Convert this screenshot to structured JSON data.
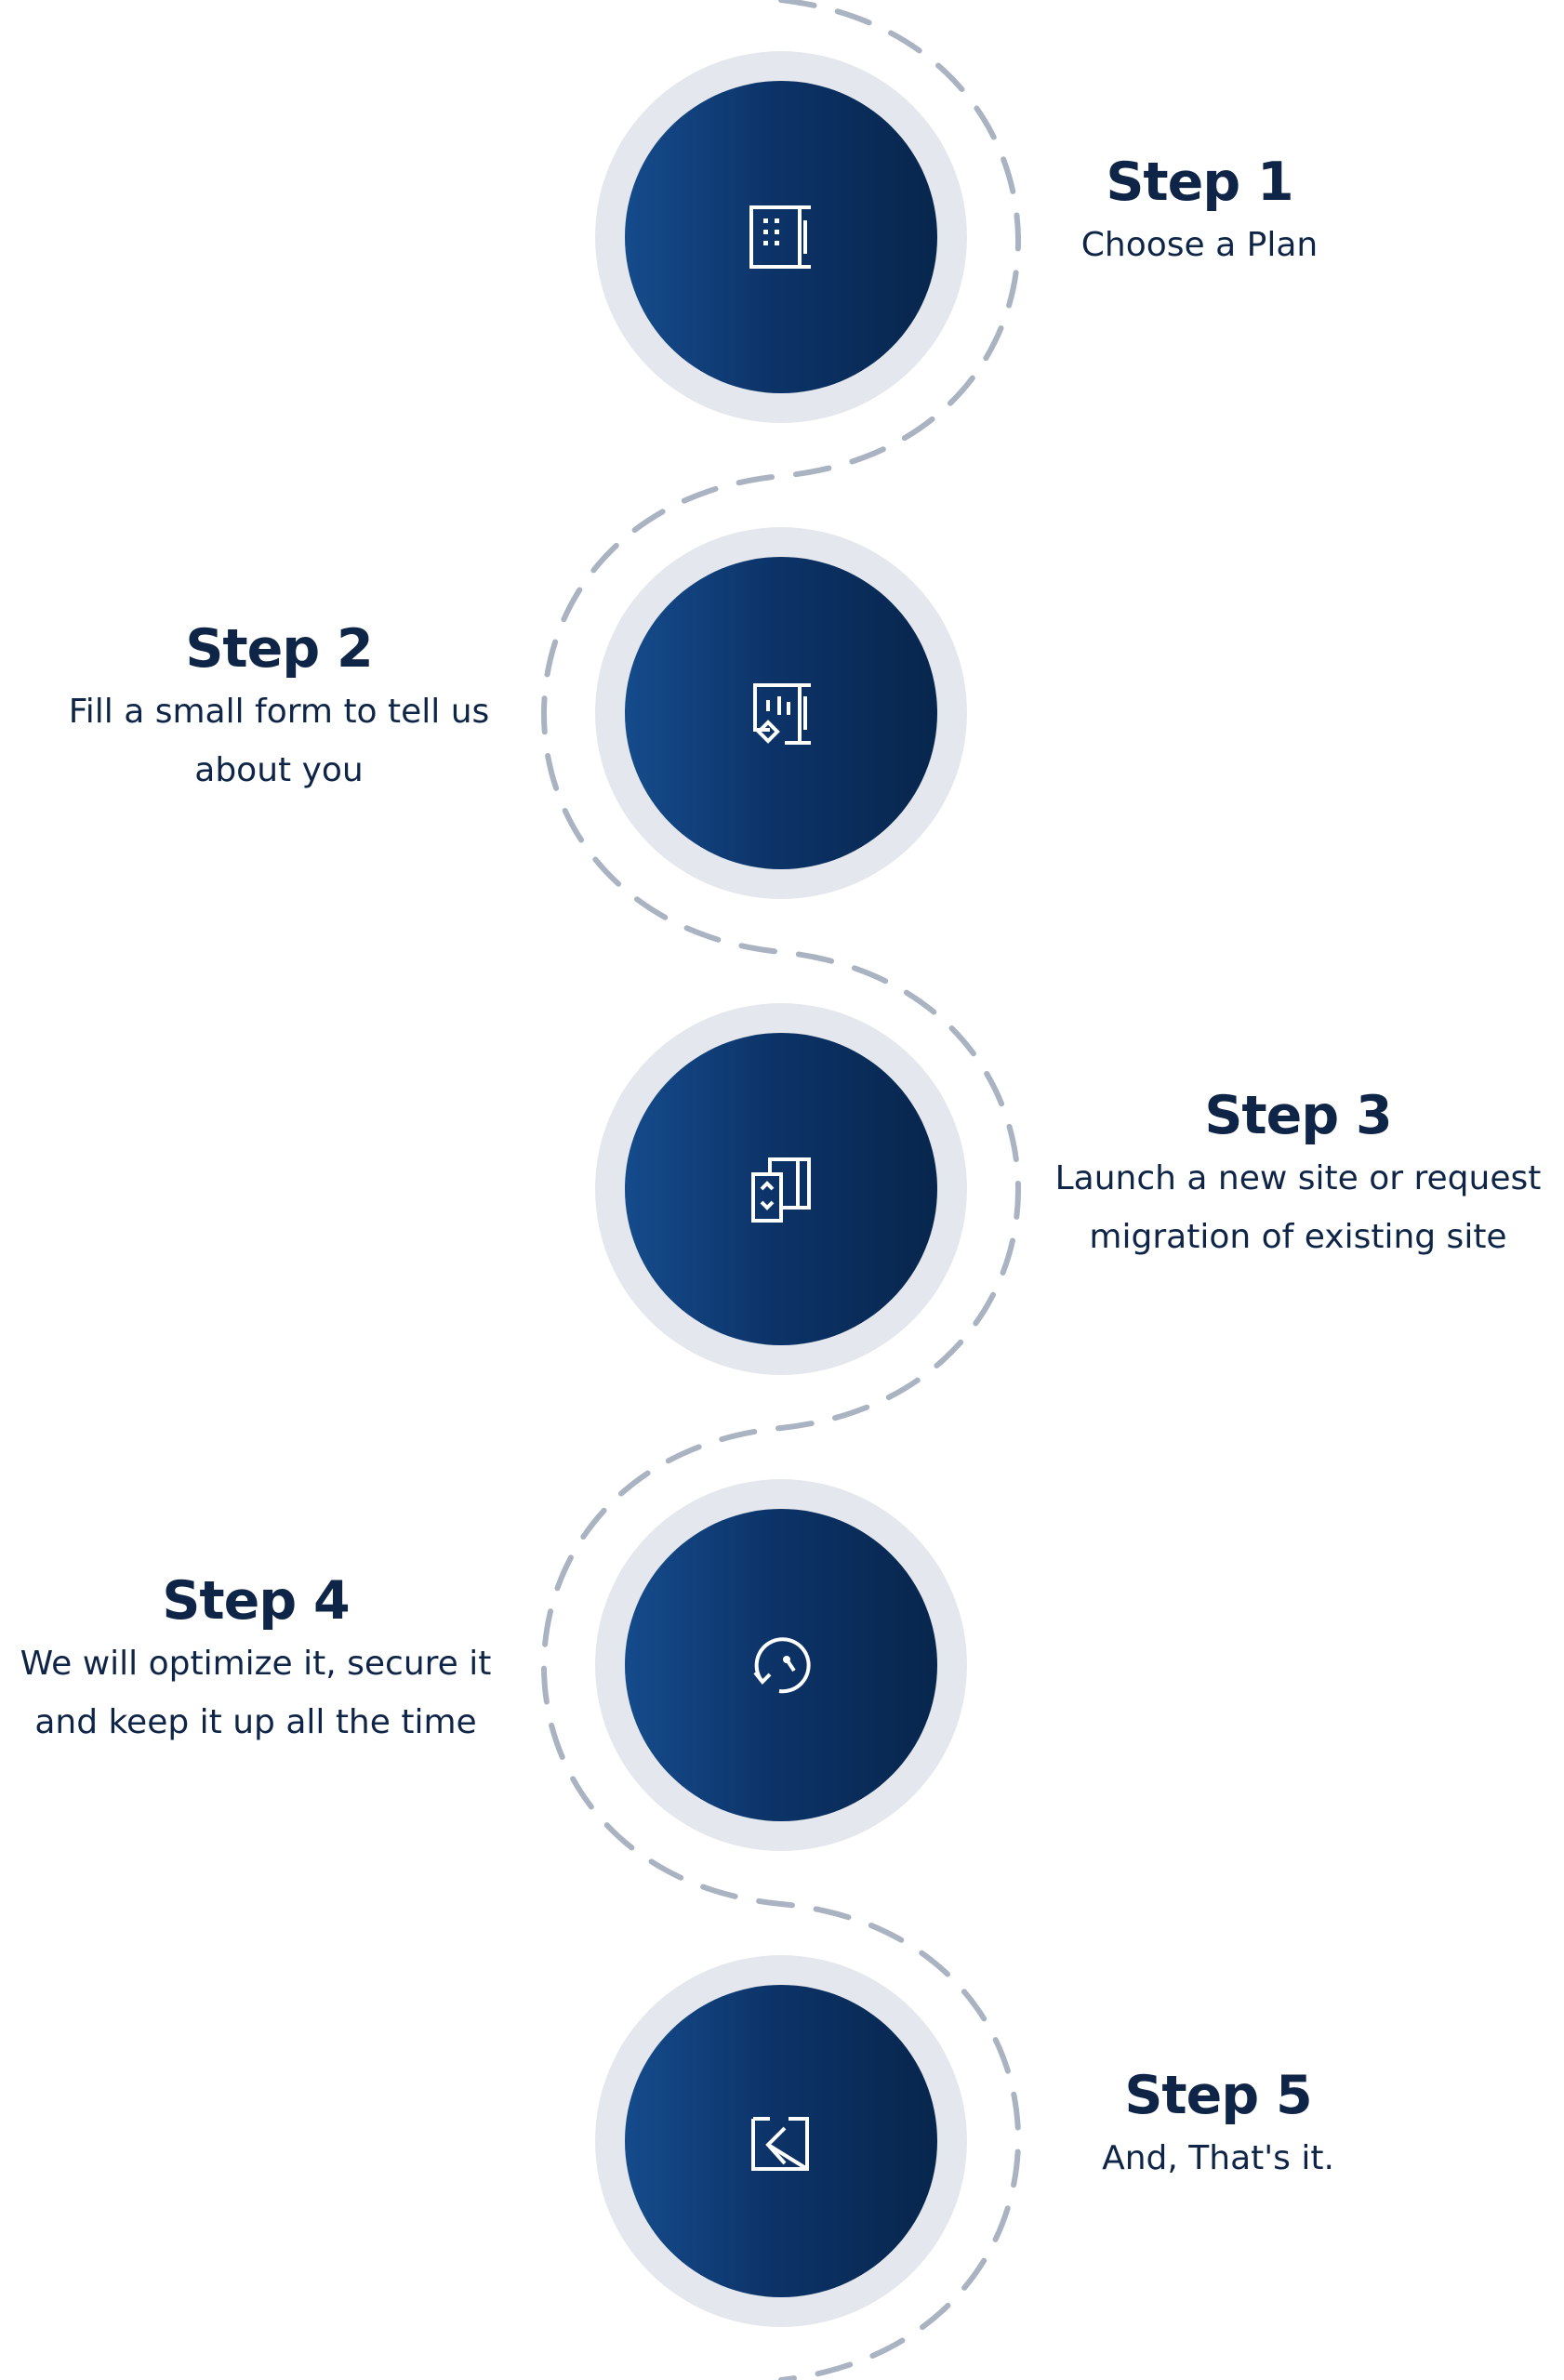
{
  "steps": [
    {
      "title": "Step 1",
      "lines": [
        "Choose a Plan"
      ],
      "icon": "building-icon"
    },
    {
      "title": "Step 2",
      "lines": [
        "Fill a small form to tell us",
        "about you"
      ],
      "icon": "form-icon"
    },
    {
      "title": "Step 3",
      "lines": [
        "Launch a new site or request",
        "migration of existing site"
      ],
      "icon": "migration-icon"
    },
    {
      "title": "Step 4",
      "lines": [
        "We will optimize it, secure it",
        "and keep it up all the time"
      ],
      "icon": "speedometer-icon"
    },
    {
      "title": "Step 5",
      "lines": [
        "And, That's it."
      ],
      "icon": "arrow-box-icon"
    }
  ],
  "colors": {
    "ring": "#e4e8ee",
    "disc_start": "#154b8c",
    "disc_end": "#07264d",
    "text": "#0f2547",
    "dash": "#aab3c1"
  }
}
